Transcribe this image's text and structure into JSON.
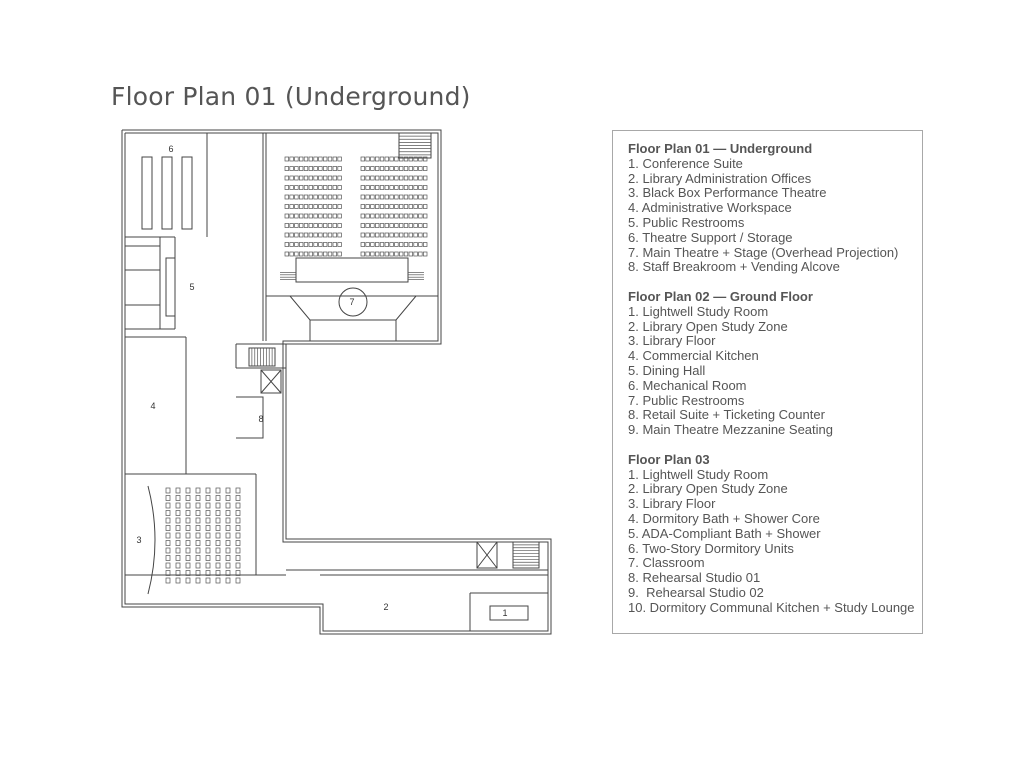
{
  "title": "Floor Plan 01 (Underground)",
  "room_labels": [
    "1",
    "2",
    "3",
    "4",
    "5",
    "6",
    "7",
    "8"
  ],
  "legend": {
    "sections": [
      {
        "title": "Floor Plan 01 — Underground",
        "items": [
          "1. Conference Suite",
          "2. Library Administration Offices",
          "3. Black Box Performance Theatre",
          "4. Administrative Workspace",
          "5. Public Restrooms",
          "6. Theatre Support / Storage",
          "7. Main Theatre + Stage (Overhead Projection)",
          "8. Staff Breakroom + Vending Alcove"
        ]
      },
      {
        "title": "Floor Plan 02 — Ground Floor",
        "items": [
          "1. Lightwell Study Room",
          "2. Library Open Study Zone",
          "3. Library Floor",
          "4. Commercial Kitchen",
          "5. Dining Hall",
          "6. Mechanical Room",
          "7. Public Restrooms",
          "8. Retail Suite + Ticketing Counter",
          "9. Main Theatre Mezzanine Seating"
        ]
      },
      {
        "title": "Floor Plan 03",
        "items": [
          "1. Lightwell Study Room",
          "2. Library Open Study Zone",
          "3. Library Floor",
          "4. Dormitory Bath + Shower Core",
          "5. ADA-Compliant Bath + Shower",
          "6. Two-Story Dormitory Units",
          "7. Classroom",
          "8. Rehearsal Studio 01",
          "9.  Rehearsal Studio 02",
          "10. Dormitory Communal Kitchen + Study Lounge"
        ]
      }
    ]
  }
}
